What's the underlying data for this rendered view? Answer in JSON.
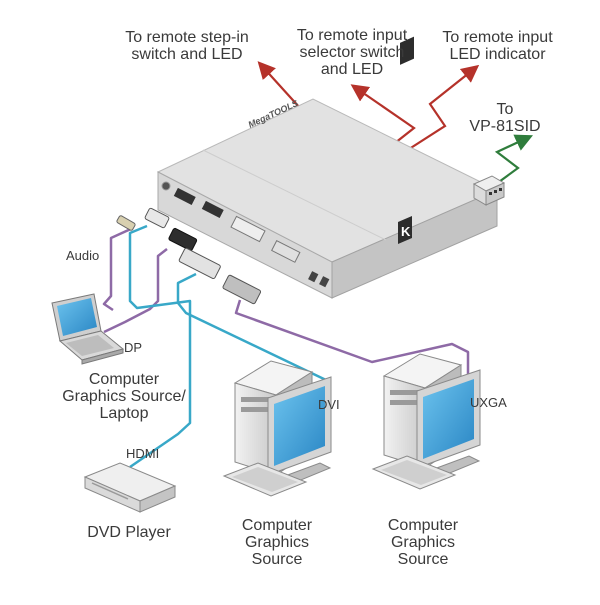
{
  "labels": {
    "remote_stepin": "To remote step-in\nswitch and LED",
    "remote_selector": "To remote input\nselector switch\nand LED",
    "remote_led": "To remote input\nLED indicator",
    "to_vp": "To\nVP-81SID",
    "audio": "Audio",
    "dp": "DP",
    "hdmi": "HDMI",
    "dvi": "DVI",
    "uxga": "UXGA",
    "laptop": "Computer\nGraphics Source/\nLaptop",
    "dvd": "DVD Player",
    "pc1": "Computer\nGraphics\nSource",
    "pc2": "Computer\nGraphics\nSource"
  },
  "device": {
    "brand": "MegaTOOLS",
    "logo": "K"
  },
  "colors": {
    "red": "#b5322a",
    "green": "#2f7d3c",
    "purple": "#8e6aa6",
    "blue": "#38a8c8",
    "device_top": "#e2e2e2",
    "screen": "#3fa4dc"
  }
}
